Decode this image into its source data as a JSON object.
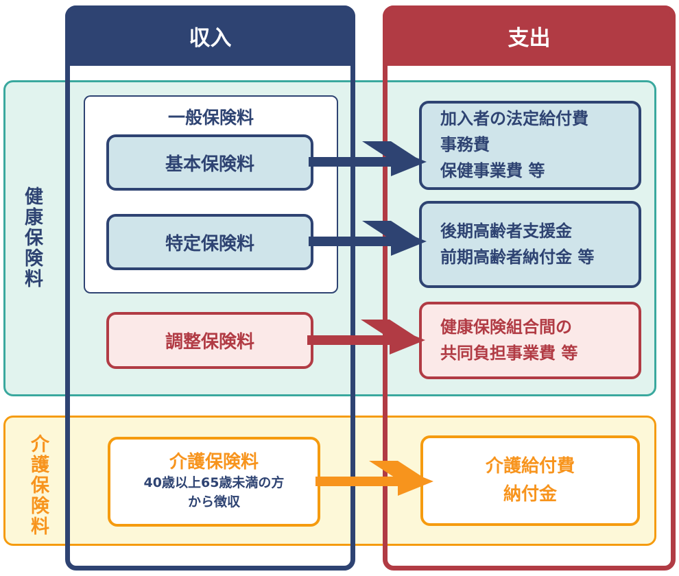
{
  "colors": {
    "dark_blue": "#2e4372",
    "red": "#b13b44",
    "orange": "#f7941d",
    "orange_border": "#f59b0f",
    "light_blue_fill": "#cfe4ea",
    "pink_fill": "#fbe9e8",
    "mint_fill": "#e1f3ee",
    "teal_border": "#3aa89e",
    "pale_yellow_fill": "#fdf8d8",
    "white": "#ffffff"
  },
  "columns": {
    "income": {
      "label": "収入"
    },
    "expense": {
      "label": "支出"
    }
  },
  "sections": {
    "health": {
      "label": "健康保険料"
    },
    "care": {
      "label": "介護保険料"
    }
  },
  "income_items": {
    "general_group": {
      "title": "一般保険料"
    },
    "basic": {
      "label": "基本保険料"
    },
    "specific": {
      "label": "特定保険料"
    },
    "adjustment": {
      "label": "調整保険料"
    },
    "care": {
      "label": "介護保険料",
      "note_line1": "40歳以上65歳未満の方",
      "note_line2": "から徴収"
    }
  },
  "expense_items": {
    "benefits": {
      "line1": "加入者の法定給付費",
      "line2": "事務費",
      "line3": "保健事業費 等"
    },
    "elderly": {
      "line1": "後期高齢者支援金",
      "line2": "前期高齢者納付金 等"
    },
    "joint": {
      "line1": "健康保険組合間の",
      "line2": "共同負担事業費 等"
    },
    "care_benefit": {
      "line1": "介護給付費",
      "line2": "納付金"
    }
  }
}
